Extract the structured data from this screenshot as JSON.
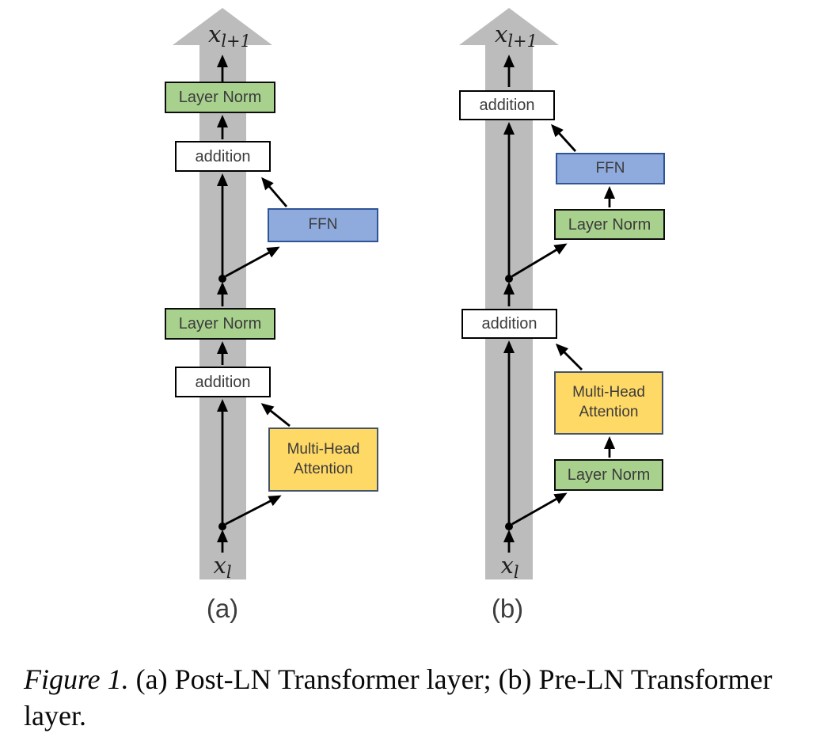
{
  "colors": {
    "band": "#bcbcbc",
    "arrow": "#000000",
    "green_fill": "#a9d18e",
    "green_border": "#0d0d0d",
    "blue_fill": "#8faadc",
    "blue_border": "#2f5597",
    "yellow_fill": "#ffd966",
    "yellow_border": "#44546a",
    "white_fill": "#ffffff",
    "black_border": "#000000"
  },
  "labels": {
    "layer_norm": "Layer Norm",
    "addition": "addition",
    "ffn": "FFN",
    "mha": "Multi-Head Attention",
    "x_base": "x",
    "x_sub_in": "l",
    "x_sub_out": "l+1"
  },
  "diagram_a": {
    "sublabel": "(a)"
  },
  "diagram_b": {
    "sublabel": "(b)"
  },
  "caption": {
    "label": "Figure 1.",
    "text": " (a) Post-LN Transformer layer; (b) Pre-LN Transformer layer."
  }
}
